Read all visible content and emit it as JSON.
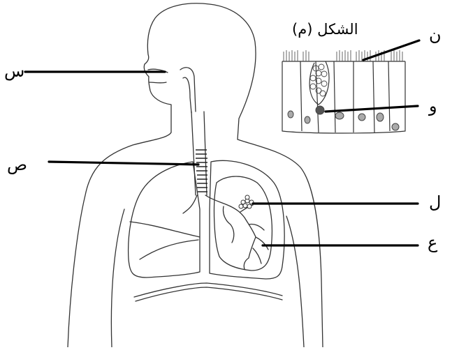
{
  "figure": {
    "inset_title": "الشكل (م)",
    "labels": {
      "s": "س",
      "sad": "ص",
      "nun": "ن",
      "waw": "و",
      "lam": "ل",
      "ain": "ع"
    }
  }
}
